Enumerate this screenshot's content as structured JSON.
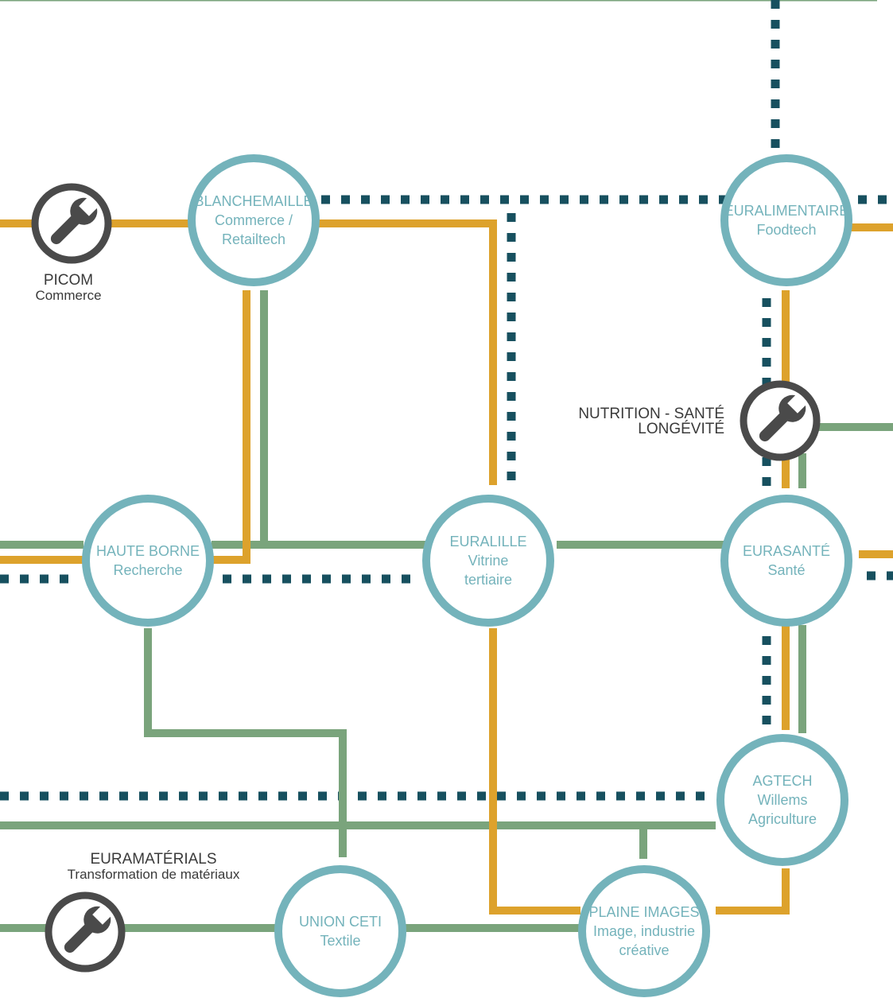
{
  "colors": {
    "yellow_line": "#dda22c",
    "green_line": "#7aa47c",
    "dotted_line": "#17505f",
    "station_ring": "#74b3bb",
    "tool_icon": "#4a4a4a"
  },
  "stations": {
    "blanchemaille": {
      "line1": "BLANCHEMAILLE",
      "line2": "Commerce /",
      "line3": "Retailtech"
    },
    "euralimentaire": {
      "line1": "EURALIMENTAIRE",
      "line2": "Foodtech"
    },
    "haute_borne": {
      "line1": "HAUTE BORNE",
      "line2": "Recherche"
    },
    "euralille": {
      "line1": "EURALILLE",
      "line2": "Vitrine",
      "line3": "tertiaire"
    },
    "eurasante": {
      "line1": "EURASANTÉ",
      "line2": "Santé"
    },
    "agtech": {
      "line1": "AGTECH",
      "line2": "Willems",
      "line3": "Agriculture"
    },
    "union_ceti": {
      "line1": "UNION CETI",
      "line2": "Textile"
    },
    "plaine_images": {
      "line1": "PLAINE IMAGES",
      "line2": "Image, industrie",
      "line3": "créative"
    }
  },
  "tools": {
    "picom": {
      "name": "PICOM",
      "sub": "Commerce",
      "icon": "wrench-icon"
    },
    "nutrition": {
      "name": "NUTRITION - SANTÉ",
      "sub": "LONGÉVITÉ",
      "icon": "wrench-icon"
    },
    "euramaterials": {
      "name": "EURAMATÉRIALS",
      "sub": "Transformation de matériaux",
      "icon": "wrench-icon"
    }
  }
}
